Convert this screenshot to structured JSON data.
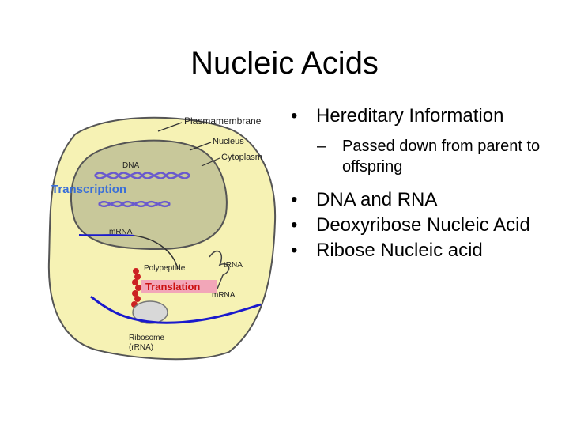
{
  "slide": {
    "title": "Nucleic Acids",
    "bullets": [
      {
        "text": "Hereditary Information",
        "marker": "•"
      },
      {
        "text": "Passed down from parent to offspring",
        "marker": "–",
        "level": 2
      },
      {
        "text": "DNA and RNA",
        "marker": "•"
      },
      {
        "text": "Deoxyribose Nucleic Acid",
        "marker": "•"
      },
      {
        "text": "Ribose Nucleic acid",
        "marker": "•"
      }
    ]
  },
  "diagram": {
    "labels": {
      "plasmamembrane": "Plasmamembrane",
      "nucleus": "Nucleus",
      "cytoplasm": "Cytoplasm",
      "dna": "DNA",
      "transcription": "Transcription",
      "mrna_nucleus": "mRNA",
      "polypeptide": "Polypeptide",
      "trna": "tRNA",
      "translation": "Translation",
      "mrna_cytoplasm": "mRNA",
      "ribosome": "Ribosome",
      "rrna": "(rRNA)"
    },
    "colors": {
      "cell_fill": "#f6f2b4",
      "nucleus_fill": "#c8c89a",
      "membrane": "#555555",
      "dna": "#6a5acd",
      "mrna": "#1a1acc",
      "translation_bg": "#f2a6b8",
      "translation_text": "#cc1111",
      "transcription_text": "#3a6fd8",
      "polypeptide": "#cc2222"
    }
  }
}
